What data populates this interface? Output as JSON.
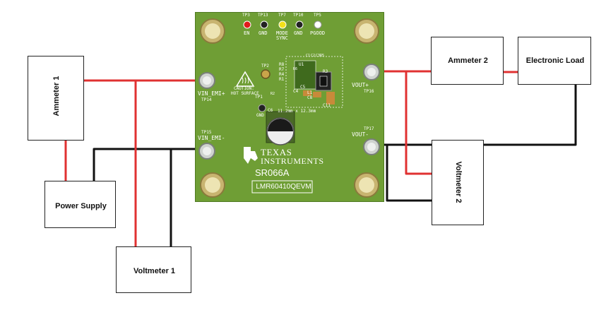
{
  "boxes": {
    "ammeter1": "Ammeter 1",
    "power_supply": "Power Supply",
    "voltmeter1": "Voltmeter 1",
    "ammeter2": "Ammeter 2",
    "electronic_load": "Electronic Load",
    "voltmeter2": "Voltmeter 2"
  },
  "board": {
    "name": "LMR60410QEVM",
    "code": "SR066A",
    "brand_line1": "TEXAS",
    "brand_line2": "INSTRUMENTS",
    "caution1": "CAUTION:",
    "caution2": "HOT SURFACE",
    "size_note": "11.2mm x 12.3mm",
    "test_points": [
      {
        "id": "TP3",
        "name": "EN",
        "color": "#e01b1b"
      },
      {
        "id": "TP13",
        "name": "GND",
        "color": "#222222"
      },
      {
        "id": "TP7",
        "name": "MODE",
        "sub": "SYNC",
        "color": "#f3e01a"
      },
      {
        "id": "TP10",
        "name": "GND",
        "color": "#222222"
      },
      {
        "id": "TP5",
        "name": "PGOOD",
        "color": "#ffffff"
      }
    ],
    "terminals": {
      "vin_plus_label": "VIN_EMI+",
      "vin_plus_tp": "TP14",
      "vin_minus_tp": "TP15",
      "vin_minus_label": "VIN_EMI-",
      "vout_plus_label": "VOUT+",
      "vout_plus_tp": "TP16",
      "vout_minus_tp": "TP17",
      "vout_minus_label": "VOUT-"
    },
    "misc": {
      "tp2": "TP2",
      "tp1": "TP1",
      "gnd": "GND",
      "c6": "C6"
    },
    "components": [
      "R8",
      "R7",
      "R4",
      "R1",
      "U1",
      "R3",
      "C5",
      "C4",
      "L1",
      "C8",
      "C11",
      "C3",
      "C2",
      "C1",
      "R6",
      "R5",
      "R2"
    ]
  },
  "colors": {
    "positive_wire": "#e03131",
    "negative_wire": "#111111",
    "board": "#6f9e35"
  }
}
